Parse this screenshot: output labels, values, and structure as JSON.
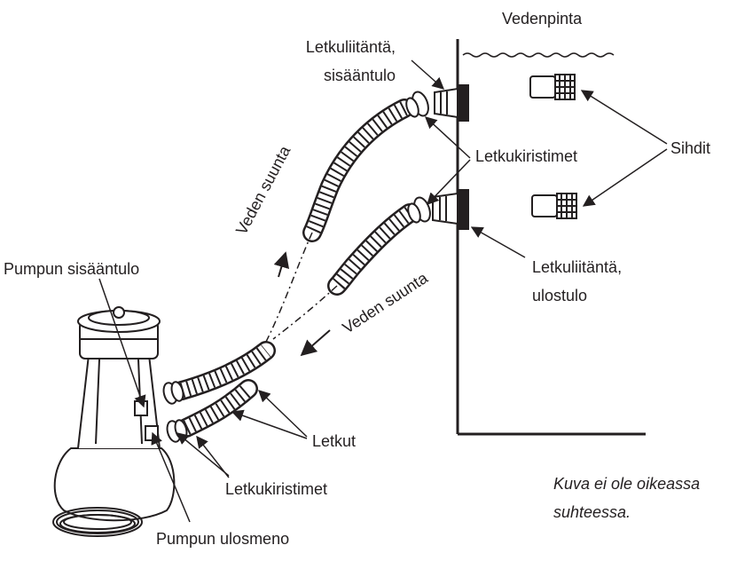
{
  "labels": {
    "water_level": "Vedenpinta",
    "hose_connector_inlet_line1": "Letkuliitäntä,",
    "hose_connector_inlet_line2": "sisääntulo",
    "hose_clamps_top": "Letkukiristimet",
    "strainers": "Sihdit",
    "water_direction_top": "Veden suunta",
    "water_direction_bottom": "Veden suunta",
    "pump_inlet": "Pumpun sisääntulo",
    "hose_connector_outlet_line1": "Letkuliitäntä,",
    "hose_connector_outlet_line2": "ulostulo",
    "hoses": "Letkut",
    "hose_clamps_bottom": "Letkukiristimet",
    "pump_outlet": "Pumpun ulosmeno",
    "scale_note_line1": "Kuva ei ole oikeassa",
    "scale_note_line2": "suhteessa."
  },
  "colors": {
    "ink": "#231f20",
    "background": "#ffffff"
  }
}
